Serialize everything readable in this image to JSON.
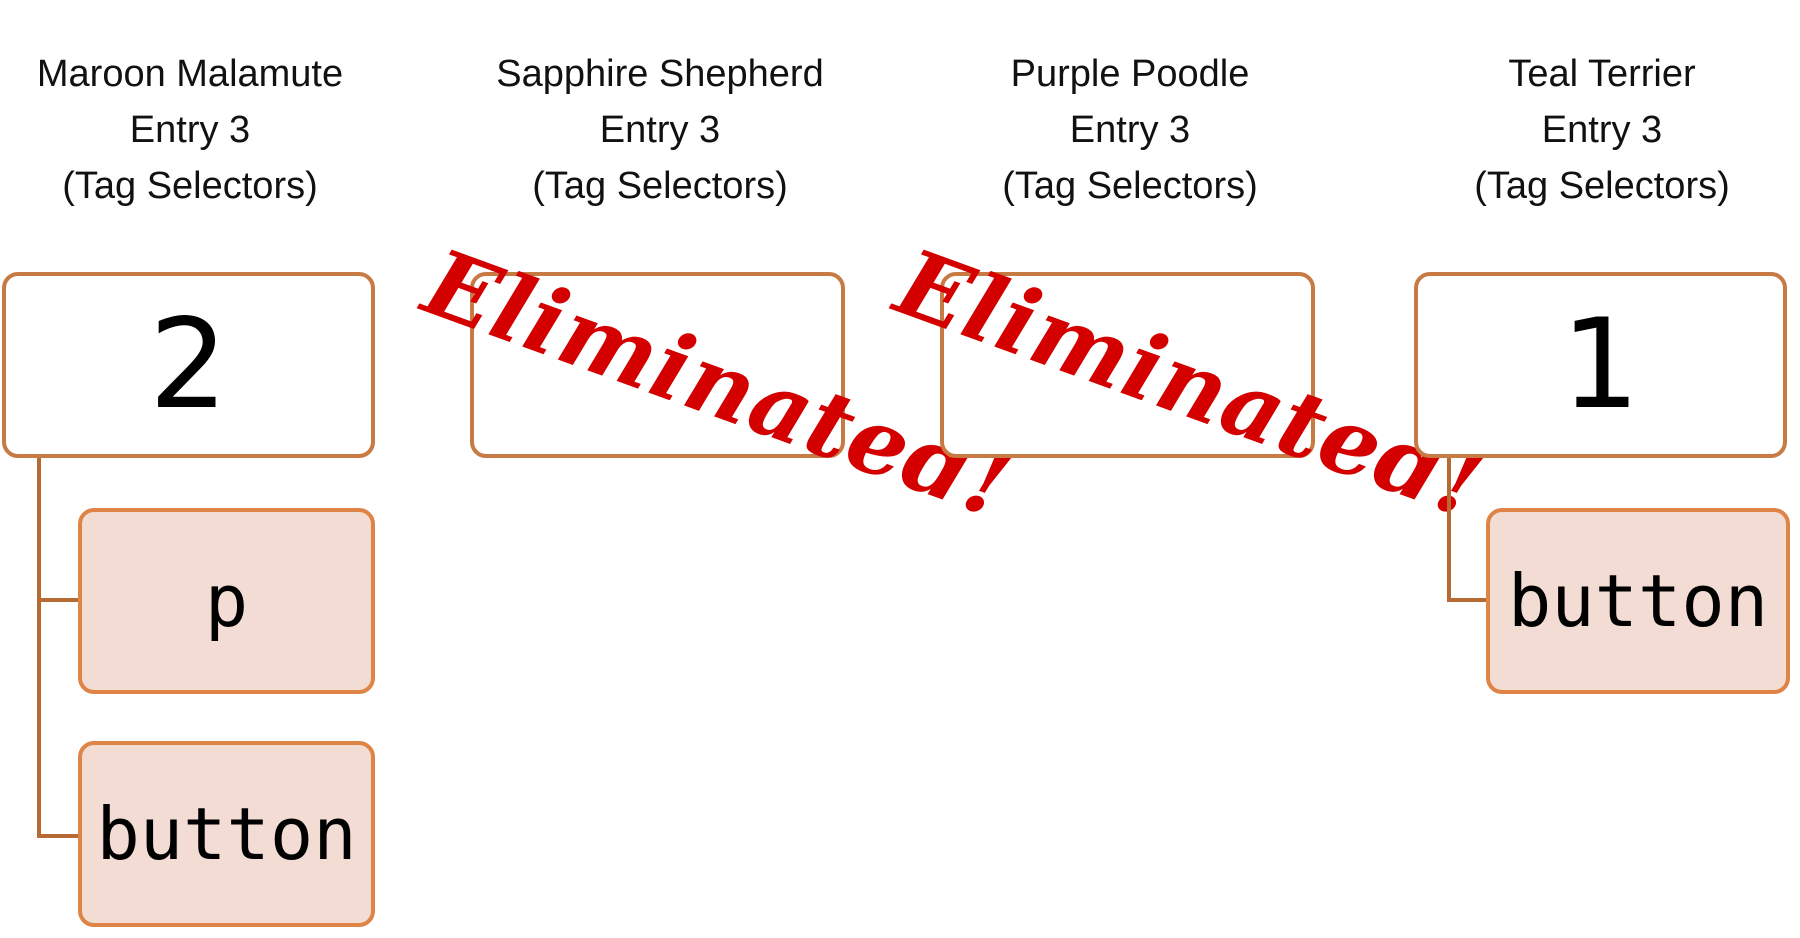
{
  "colors": {
    "box_border": "#c77a43",
    "tag_border": "#dd8446",
    "tag_fill": "#f2dcd3",
    "connector": "#b86a34",
    "eliminated_text": "#d40000"
  },
  "columns": [
    {
      "title_line1": "Maroon Malamute",
      "title_line2": "Entry 3",
      "title_line3": "(Tag Selectors)",
      "score": "2",
      "tags": [
        "p",
        "button"
      ]
    },
    {
      "title_line1": "Sapphire Shepherd",
      "title_line2": "Entry 3",
      "title_line3": "(Tag Selectors)",
      "score": "",
      "eliminated_label": "Eliminated!"
    },
    {
      "title_line1": "Purple Poodle",
      "title_line2": "Entry 3",
      "title_line3": "(Tag Selectors)",
      "score": "",
      "eliminated_label": "Eliminated!"
    },
    {
      "title_line1": "Teal Terrier",
      "title_line2": "Entry 3",
      "title_line3": "(Tag Selectors)",
      "score": "1",
      "tags": [
        "button"
      ]
    }
  ]
}
